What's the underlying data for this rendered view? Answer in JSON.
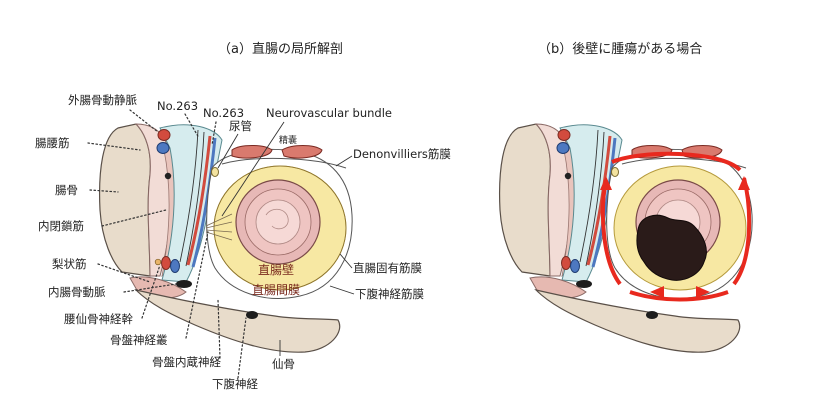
{
  "panels": {
    "a": {
      "title": "（a）直腸の局所解剖"
    },
    "b": {
      "title": "（b）後壁に腫瘍がある場合"
    }
  },
  "labels": {
    "gaichoukotsu": "外腸骨動静脈",
    "no263_a": "No.263",
    "no263_b": "No.263",
    "nyoukan": "尿管",
    "nvb": "Neurovascular bundle",
    "seinou": "精嚢",
    "denon": "Denonvilliers筋膜",
    "choyokin": "腸腰筋",
    "chokotsu": "腸骨",
    "naiheisa": "内閉鎖筋",
    "rijoukin": "梨状筋",
    "naichokotsu": "内腸骨動脈",
    "yousen": "腰仙骨神経幹",
    "kotsubanshinkeiso": "骨盤神経叢",
    "kotsubannaizou": "骨盤内蔵神経",
    "kafukushinkei": "下腹神経",
    "senkotsu": "仙骨",
    "chokuchoheki": "直腸壁",
    "chokuchokanmaku": "直腸間膜",
    "chokuchokoyu": "直腸固有筋膜",
    "kafukukinmaku": "下腹神経筋膜"
  },
  "colors": {
    "bone": "#e8dccb",
    "bone_outline": "#5a5048",
    "muscle": "#f2dcd6",
    "muscle_dark": "#caa0a0",
    "vessel_band": "#d6ecee",
    "mesorectum": "#f7e8a3",
    "rectum_wall": "#e7b8b6",
    "lumen": "#f6d9d6",
    "seminal": "#d97a6e",
    "artery": "#d24b3e",
    "vein": "#4d78c0",
    "nerve": "#e9b56a",
    "tumor": "#2a1b19",
    "arrow": "#e8291e"
  }
}
